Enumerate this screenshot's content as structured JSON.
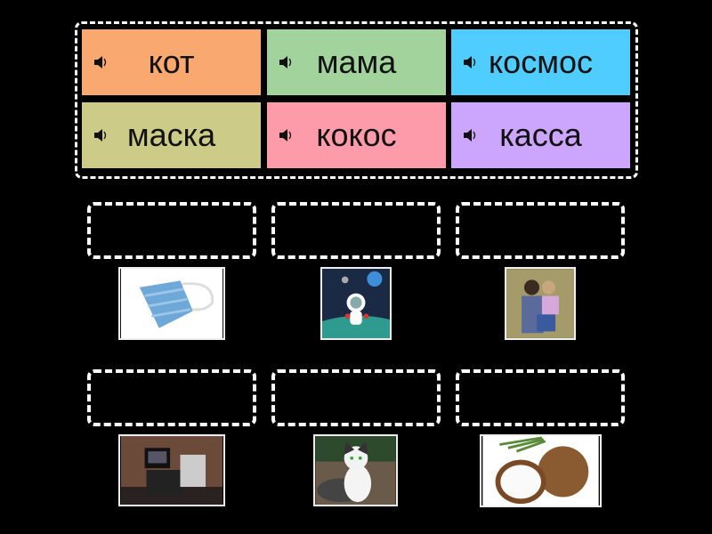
{
  "tiles": [
    {
      "word": "кот",
      "color": "#f9a86f"
    },
    {
      "word": "мама",
      "color": "#a3d39c"
    },
    {
      "word": "космос",
      "color": "#4fcdfe"
    },
    {
      "word": "маска",
      "color": "#cccb88"
    },
    {
      "word": "кокос",
      "color": "#fe9bab"
    },
    {
      "word": "касса",
      "color": "#cba6fc"
    }
  ],
  "images": [
    "medical-mask",
    "astronaut-cat-in-space",
    "mother-and-daughter",
    "cash-register",
    "cat",
    "coconut"
  ]
}
